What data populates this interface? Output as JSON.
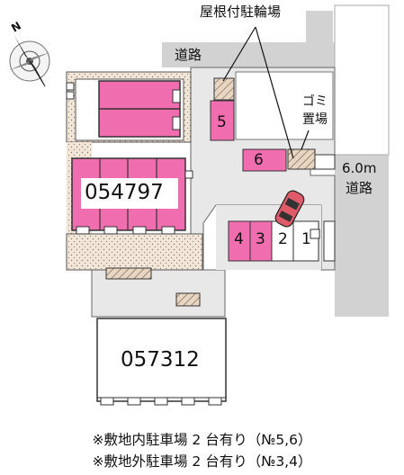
{
  "compass": {
    "north_label": "N"
  },
  "labels": {
    "bike_shelter": "屋根付駐輪場",
    "road_top": "道路",
    "garbage_1": "ゴミ",
    "garbage_2": "置場",
    "road_width": "6.0m",
    "road_right": "道路",
    "building_a": "054797",
    "building_b": "057312"
  },
  "parking_spaces": [
    "1",
    "2",
    "3",
    "4",
    "5",
    "6"
  ],
  "notes": [
    "※敷地内駐車場 2 台有り（№5,6）",
    "※敷地外駐車場 2 台有り（№3,4）"
  ],
  "colors": {
    "highlight": "#f06db0",
    "road": "#d2d2d2",
    "paved": "#e8e8e8",
    "planting": "#f2e6d8"
  }
}
